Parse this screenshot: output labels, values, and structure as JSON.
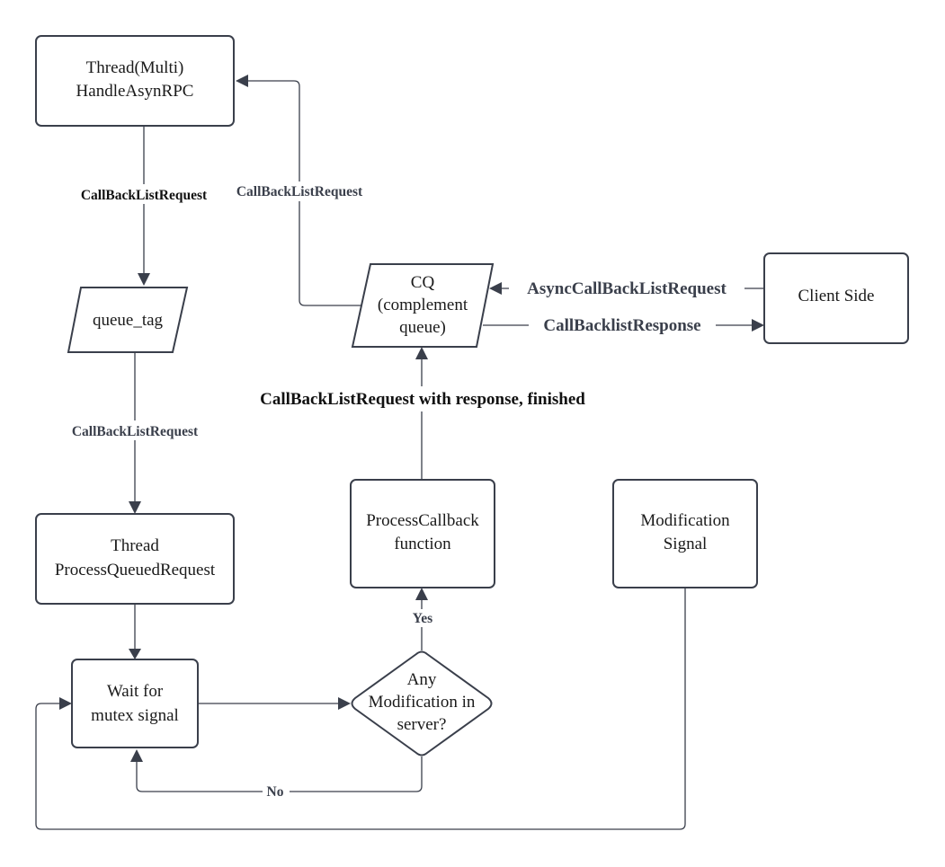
{
  "nodes": {
    "thread_multi": {
      "line1": "Thread(Multi)",
      "line2": "HandleAsynRPC"
    },
    "queue_tag": {
      "line1": "queue_tag"
    },
    "thread_process": {
      "line1": "Thread",
      "line2": "ProcessQueuedRequest"
    },
    "wait_mutex": {
      "line1": "Wait for",
      "line2": "mutex signal"
    },
    "decision": {
      "line1": "Any",
      "line2": "Modification in",
      "line3": "server?"
    },
    "process_callback": {
      "line1": "ProcessCallback",
      "line2": "function"
    },
    "modification_signal": {
      "line1": "Modification",
      "line2": "Signal"
    },
    "cq": {
      "line1": "CQ",
      "line2": "(complement",
      "line3": "queue)"
    },
    "client_side": {
      "line1": "Client Side"
    }
  },
  "edges": {
    "multi_to_queue": "CallBackListRequest",
    "cq_to_multi": "CallBackListRequest",
    "queue_to_process": "CallBackListRequest",
    "decision_yes": "Yes",
    "decision_no": "No",
    "process_to_cq": "CallBackListRequest with response, finished",
    "client_to_cq": "AsyncCallBackListRequest",
    "cq_to_client": "CallBacklistResponse"
  },
  "colors": {
    "stroke": "#3a3f4b",
    "text": "#1a1a1a",
    "label_dark": "#111111",
    "label_gray": "#3a3f4b"
  }
}
